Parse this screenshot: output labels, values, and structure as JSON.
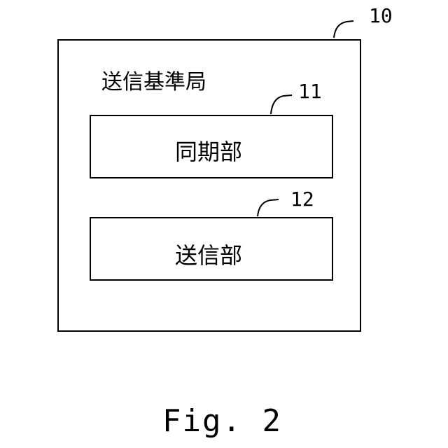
{
  "station": {
    "ref": "10",
    "label": "送信基準局"
  },
  "blocks": [
    {
      "ref": "11",
      "label": "同期部"
    },
    {
      "ref": "12",
      "label": "送信部"
    }
  ],
  "caption": "Fig. 2",
  "colors": {
    "stroke": "#000000",
    "background": "#ffffff"
  }
}
